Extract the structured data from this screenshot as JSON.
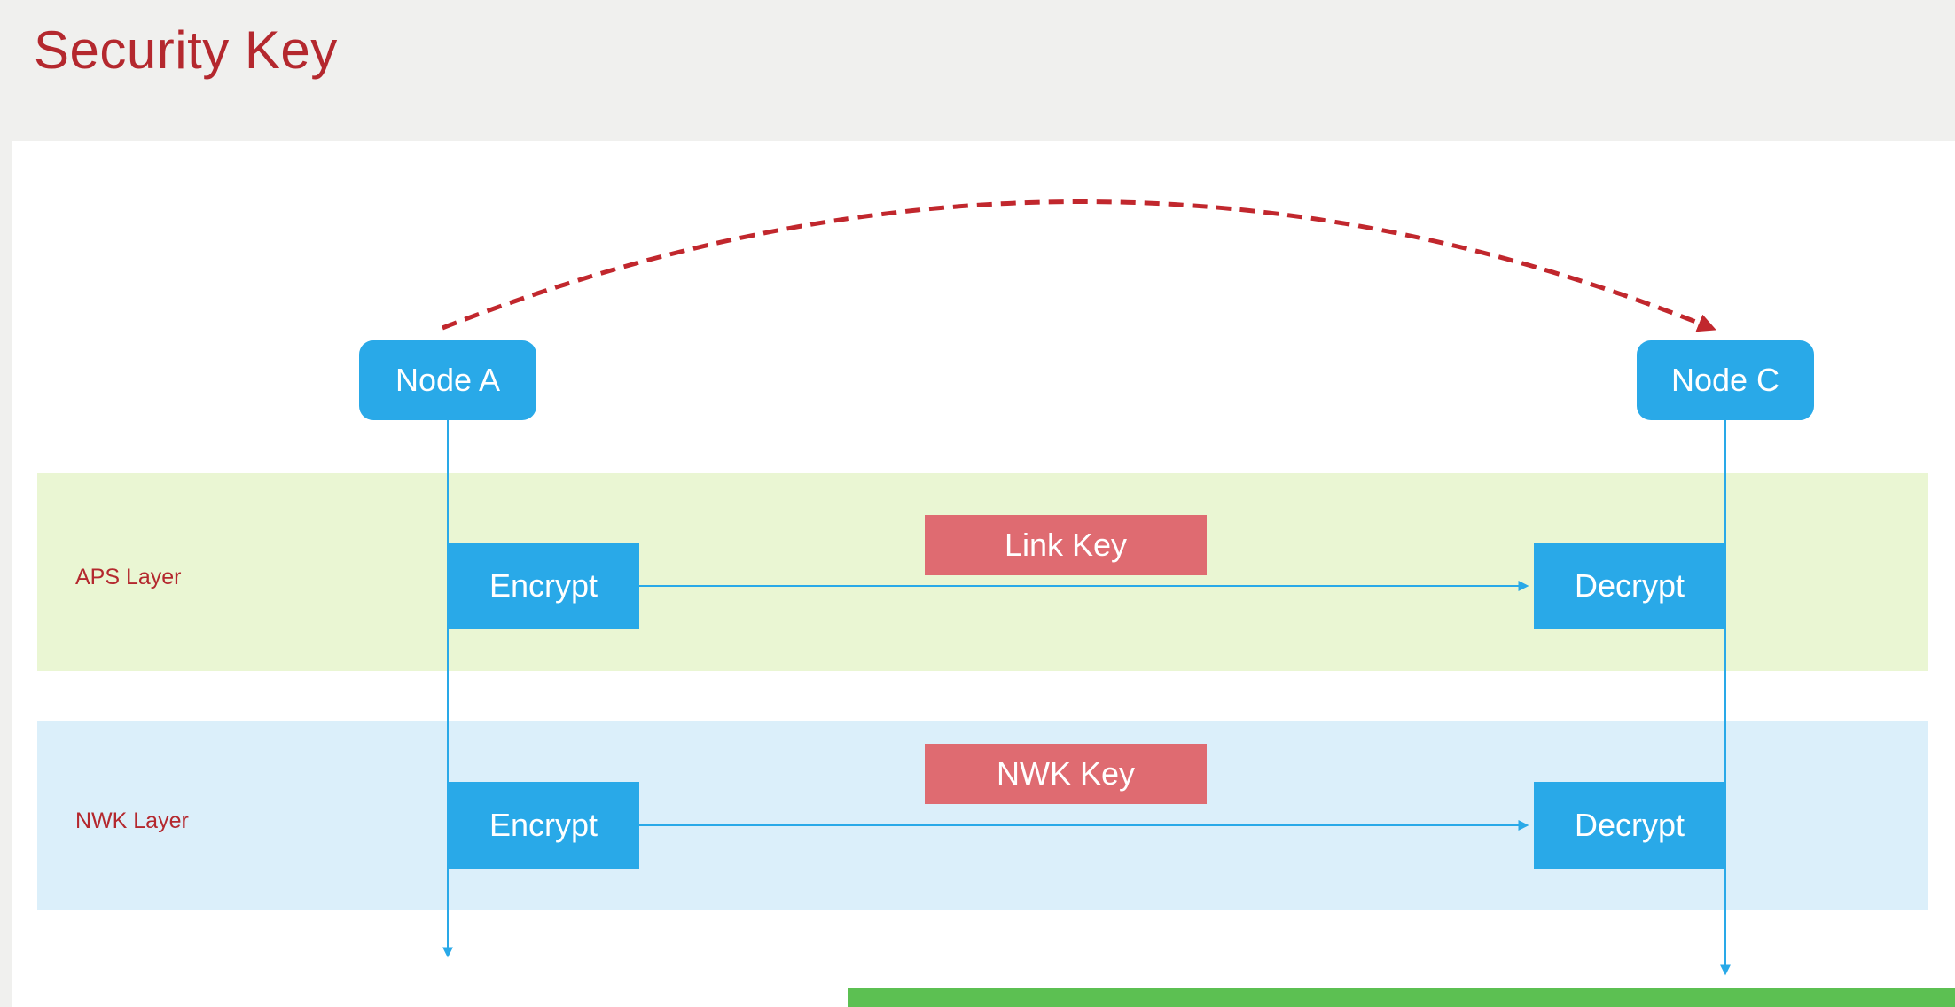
{
  "title": "Security Key",
  "nodes": {
    "a": "Node A",
    "c": "Node C"
  },
  "layers": {
    "aps": {
      "label": "APS Layer",
      "encrypt": "Encrypt",
      "key": "Link Key",
      "decrypt": "Decrypt"
    },
    "nwk": {
      "label": "NWK Layer",
      "encrypt": "Encrypt",
      "key": "NWK Key",
      "decrypt": "Decrypt"
    }
  },
  "colors": {
    "title_red": "#b4282e",
    "layer_label_red": "#b4282e",
    "node_blue": "#29a9e8",
    "key_salmon": "#df6b71",
    "aps_band_green": "#eaf6d3",
    "nwk_band_blue": "#dbeffa",
    "dashed_arc_red": "#c1272d",
    "bottom_bar_green": "#5cc052",
    "header_gray": "#f0f0ee",
    "content_white": "#ffffff"
  }
}
